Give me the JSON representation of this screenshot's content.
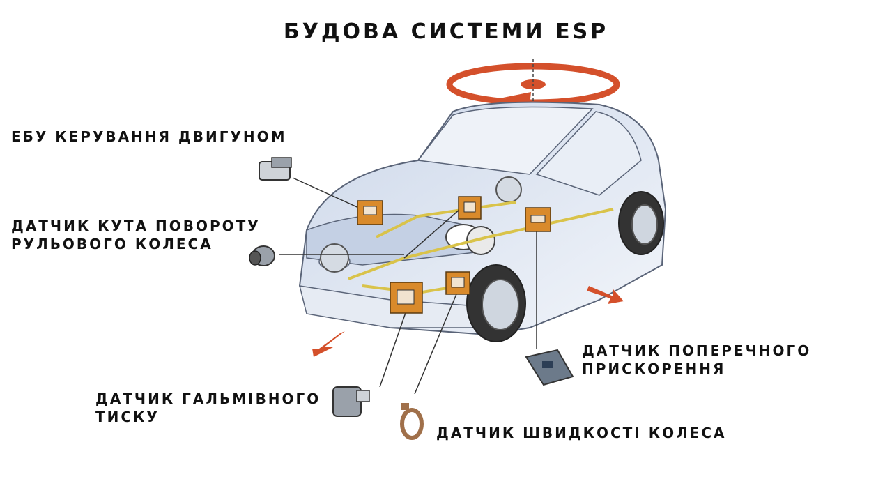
{
  "title": "БУДОВА СИСТЕМИ ESP",
  "labels": {
    "engine_ecu": [
      "ЕБУ КЕРУВАННЯ ДВИГУНОМ"
    ],
    "steering_angle": [
      "ДАТЧИК КУТА ПОВОРОТУ",
      "РУЛЬОВОГО КОЛЕСА"
    ],
    "brake_pressure": [
      "ДАТЧИК ГАЛЬМІВНОГО",
      "ТИСКУ"
    ],
    "wheel_speed": [
      "ДАТЧИК ШВИДКОСТІ КОЛЕСА"
    ],
    "lateral_accel": [
      "ДАТЧИК ПОПЕРЕЧНОГО",
      "ПРИСКОРЕННЯ"
    ]
  },
  "colors": {
    "module_fill": "#d98a2b",
    "arrow": "#d4502b",
    "car_body": "#dbe4f0",
    "car_outline": "#5a6478"
  }
}
